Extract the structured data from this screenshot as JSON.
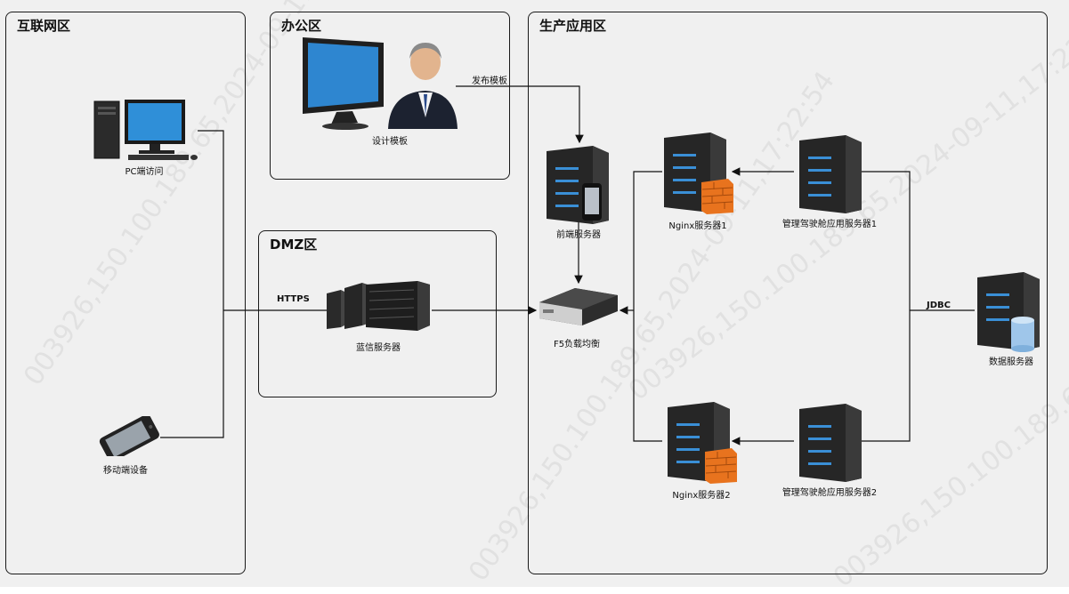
{
  "zones": {
    "internet": "互联网区",
    "office": "办公区",
    "dmz": "DMZ区",
    "production": "生产应用区"
  },
  "nodes": {
    "pc": "PC端访问",
    "mobile": "移动端设备",
    "designer": "设计模板",
    "landian": "蓝信服务器",
    "frontend": "前端服务器",
    "f5": "F5负载均衡",
    "nginx1": "Nginx服务器1",
    "nginx2": "Nginx服务器2",
    "app1": "管理驾驶舱应用服务器1",
    "app2": "管理驾驶舱应用服务器2",
    "db": "数据服务器"
  },
  "edges": {
    "publish": "发布模板",
    "https": "HTTPS",
    "jdbc": "JDBC"
  },
  "watermark": "003926,150.100.189.65,2024-09-11,17:22:54",
  "colors": {
    "server_body": "#2b2b2b",
    "server_light": "#3a8fd6",
    "firewall": "#e8731e",
    "zone_border": "#1a1a1a",
    "background": "#f0f0f0"
  }
}
